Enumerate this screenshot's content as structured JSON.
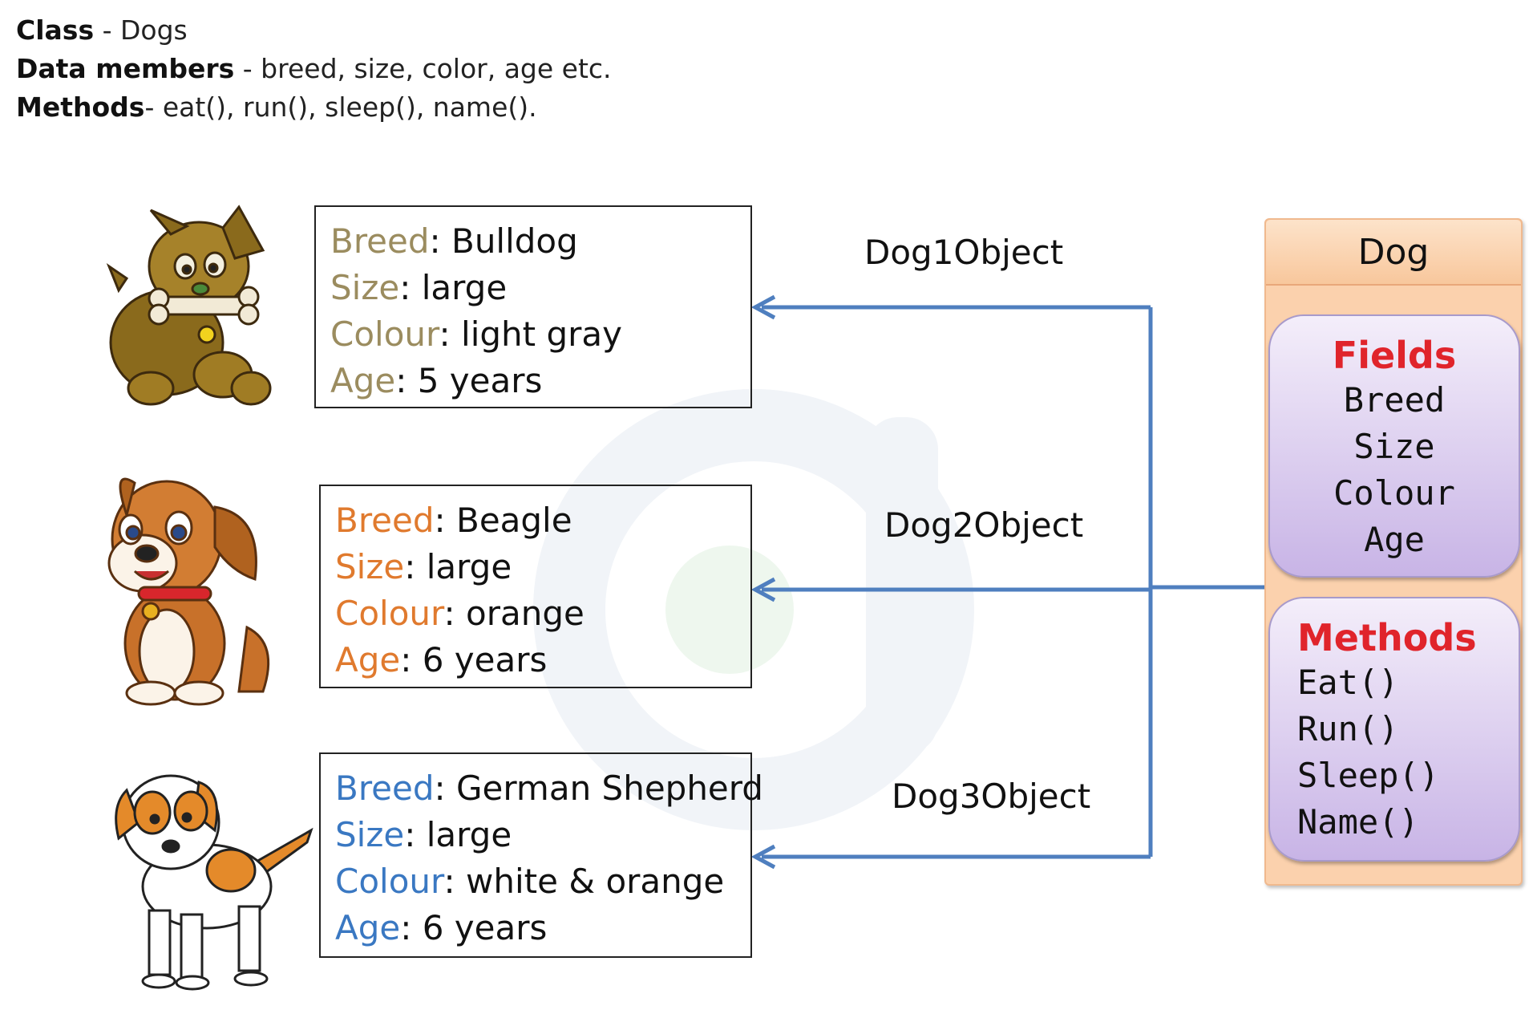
{
  "header": {
    "class_label": "Class",
    "class_value": " - Dogs",
    "members_label": "Data members",
    "members_value": " - breed, size, color,  age etc.",
    "methods_label": "Methods",
    "methods_value": "- eat(), run(), sleep(), name()."
  },
  "objects": [
    {
      "label": "Dog1Object",
      "key_color": "#9b8c5f",
      "rows": [
        {
          "key": "Breed",
          "value": ": Bulldog"
        },
        {
          "key": "Size",
          "value": ": large"
        },
        {
          "key": "Colour",
          "value": ": light gray"
        },
        {
          "key": "Age",
          "value": ": 5 years"
        }
      ]
    },
    {
      "label": "Dog2Object",
      "key_color": "#e07a2e",
      "rows": [
        {
          "key": "Breed",
          "value": ": Beagle"
        },
        {
          "key": "Size",
          "value": ": large"
        },
        {
          "key": "Colour",
          "value": ": orange"
        },
        {
          "key": "Age",
          "value": ": 6 years"
        }
      ]
    },
    {
      "label": "Dog3Object",
      "key_color": "#3a78c2",
      "rows": [
        {
          "key": "Breed",
          "value": ": German Shepherd"
        },
        {
          "key": "Size",
          "value": ": large"
        },
        {
          "key": "Colour",
          "value": ": white & orange"
        },
        {
          "key": "Age",
          "value": ": 6 years"
        }
      ]
    }
  ],
  "class_card": {
    "title": "Dog",
    "fields_heading": "Fields",
    "fields": [
      "Breed",
      "Size",
      "Colour",
      "Age"
    ],
    "methods_heading": "Methods",
    "methods": [
      "Eat()",
      "Run()",
      "Sleep()",
      "Name()"
    ]
  },
  "colors": {
    "arrow": "#4f7fbf",
    "card_bg": "#fbd1ad",
    "panel_gradient_end": "#c8b4e6",
    "heading_red": "#e0242b"
  }
}
